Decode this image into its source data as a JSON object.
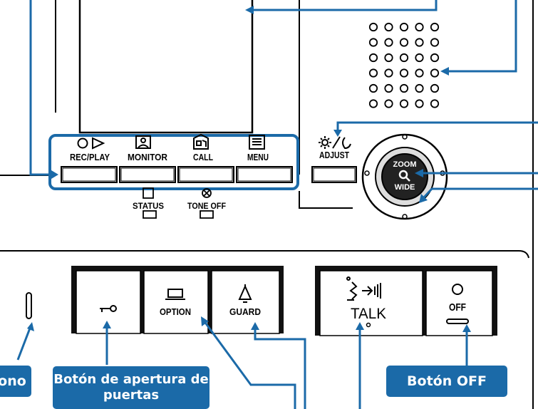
{
  "panel_buttons": {
    "rec_play": "REC/PLAY",
    "monitor": "MONITOR",
    "call": "CALL",
    "menu": "MENU",
    "adjust": "ADJUST",
    "zoom": "ZOOM",
    "wide": "WIDE",
    "status": "STATUS",
    "tone_off": "TONE OFF",
    "option": "OPTION",
    "guard": "GUARD",
    "talk": "TALK",
    "off": "OFF"
  },
  "callouts": {
    "left_partial": "ono",
    "door_release": "Botón de apertura de puertas",
    "off_button": "Botón OFF"
  },
  "colors": {
    "callout_blue": "#1b6aa8",
    "line": "#000000"
  },
  "icons": [
    "play-icon",
    "monitor-icon",
    "call-icon",
    "menu-icon",
    "adjust-icon",
    "zoom-icon",
    "key-icon",
    "option-icon",
    "bell-icon",
    "talk-icon",
    "power-icon"
  ]
}
